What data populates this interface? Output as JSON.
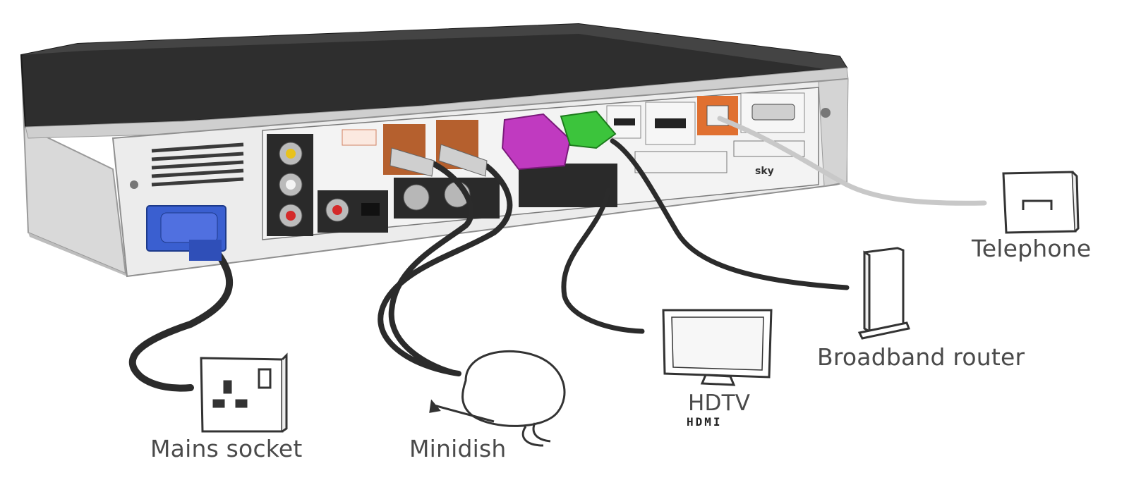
{
  "labels": {
    "mains_socket": "Mains socket",
    "minidish": "Minidish",
    "hdtv": "HDTV",
    "hdmi_logo": "HDMI",
    "broadband_router": "Broadband router",
    "telephone": "Telephone"
  },
  "box": {
    "brand": "sky"
  },
  "colors": {
    "power_plug": "#3a5fd0",
    "scart_plug": "#c03ac0",
    "ethernet_plug": "#3cc43c",
    "phone_port": "#e07030",
    "cable": "#2a2a2a",
    "phone_cable": "#cfcfcf",
    "box_top": "#2d2d2d",
    "box_body": "#e6e6e6"
  }
}
